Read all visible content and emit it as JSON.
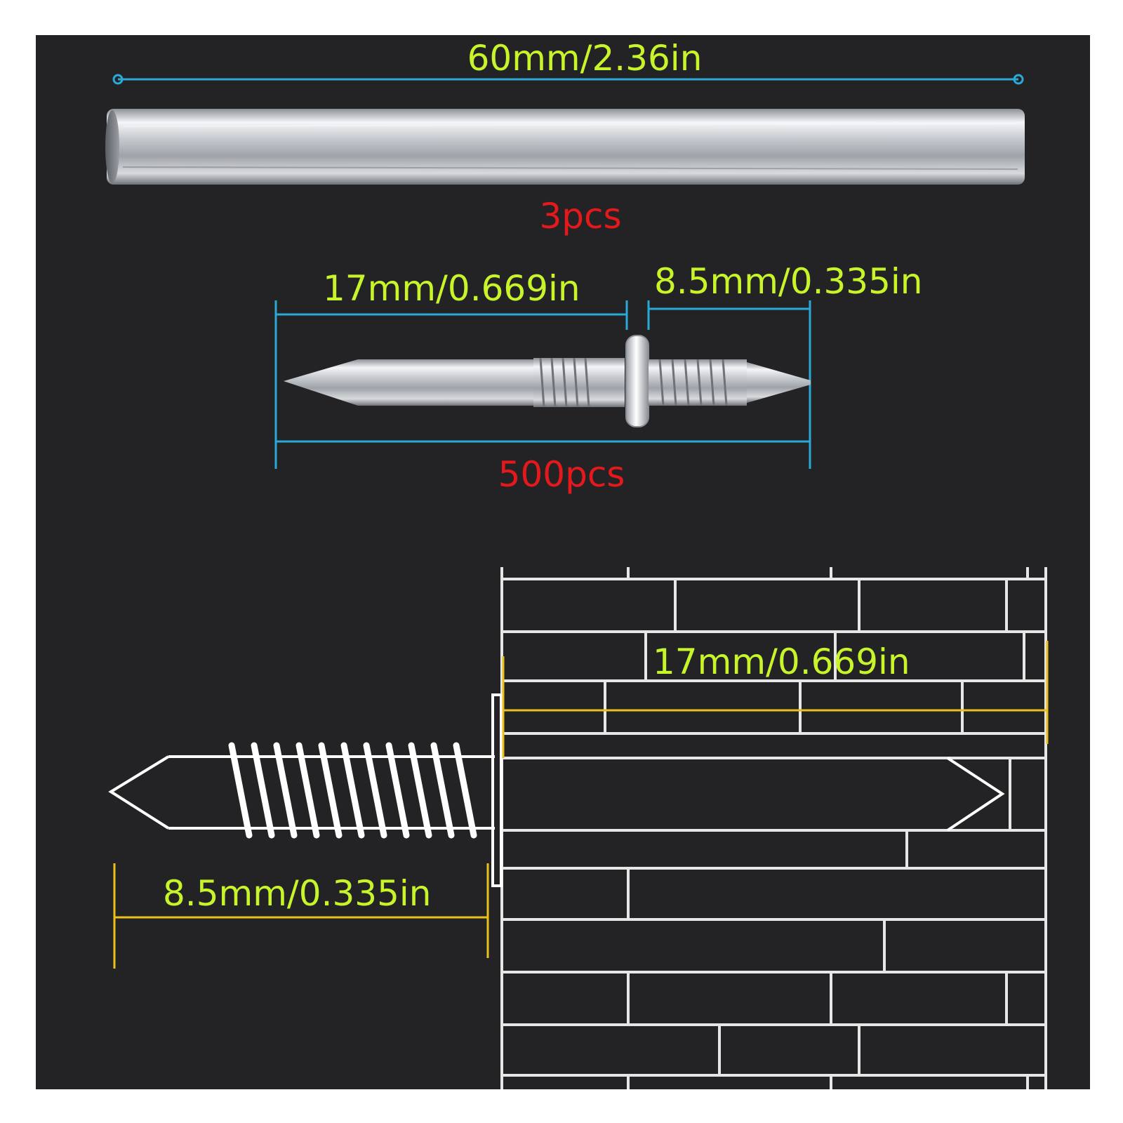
{
  "colors": {
    "background": "#ffffff",
    "panel": "#232325",
    "dimension_text": "#c8f52a",
    "quantity_text": "#e5191b",
    "dimension_line_blue": "#2aa9d6",
    "dimension_line_yellow": "#e8c21a",
    "brick_line": "#e6e6e6",
    "metal_light": "#e9ebee",
    "metal_dark": "#7e838a"
  },
  "tube": {
    "length_label": "60mm/2.36in",
    "quantity_label": "3pcs"
  },
  "pin": {
    "tip_length_label": "17mm/0.669in",
    "screw_length_label": "8.5mm/0.335in",
    "quantity_label": "500pcs"
  },
  "diagram": {
    "embed_depth_label": "17mm/0.669in",
    "exposed_length_label": "8.5mm/0.335in"
  }
}
